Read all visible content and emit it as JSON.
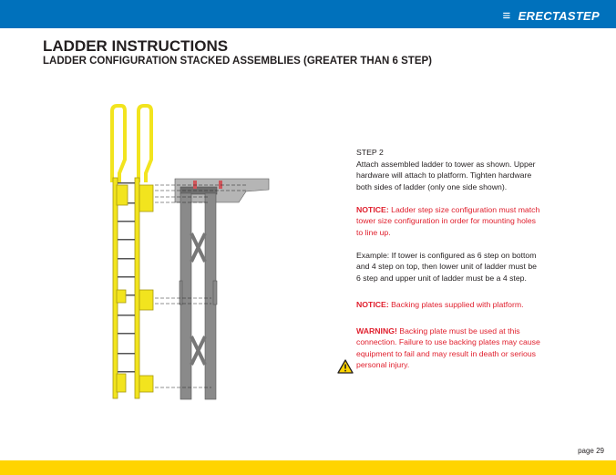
{
  "header": {
    "brand": "ERECTASTEP",
    "brand_color": "#0071bc",
    "logo_icon": "erectastep-logo-mark"
  },
  "title": "LADDER INSTRUCTIONS",
  "subtitle": "LADDER CONFIGURATION STACKED ASSEMBLIES (GREATER THAN 6 STEP)",
  "step": {
    "heading": "STEP 2",
    "body": "Attach assembled ladder to tower as shown. Upper hardware will attach to platform. Tighten hardware both sides of ladder (only one side shown).",
    "notice1_label": "NOTICE:",
    "notice1_text": " Ladder step size configuration must match tower size configuration in order for mounting holes to line up.",
    "example": "Example: If tower is configured as 6 step on bottom and 4 step on top, then lower unit of ladder must be 6 step and upper unit of ladder must be a 4 step.",
    "notice2_label": "NOTICE:",
    "notice2_text": " Backing plates supplied with platform.",
    "warning_label": "WARNING!",
    "warning_text": " Backing plate must be used at this connection. Failure to use backing plates may cause equipment to fail and may result in death or serious personal injury."
  },
  "page_number": "page 29",
  "colors": {
    "notice": "#e0202e",
    "footer": "#ffd400",
    "ladder": "#f2e41e",
    "tower": "#8a8a8a"
  }
}
